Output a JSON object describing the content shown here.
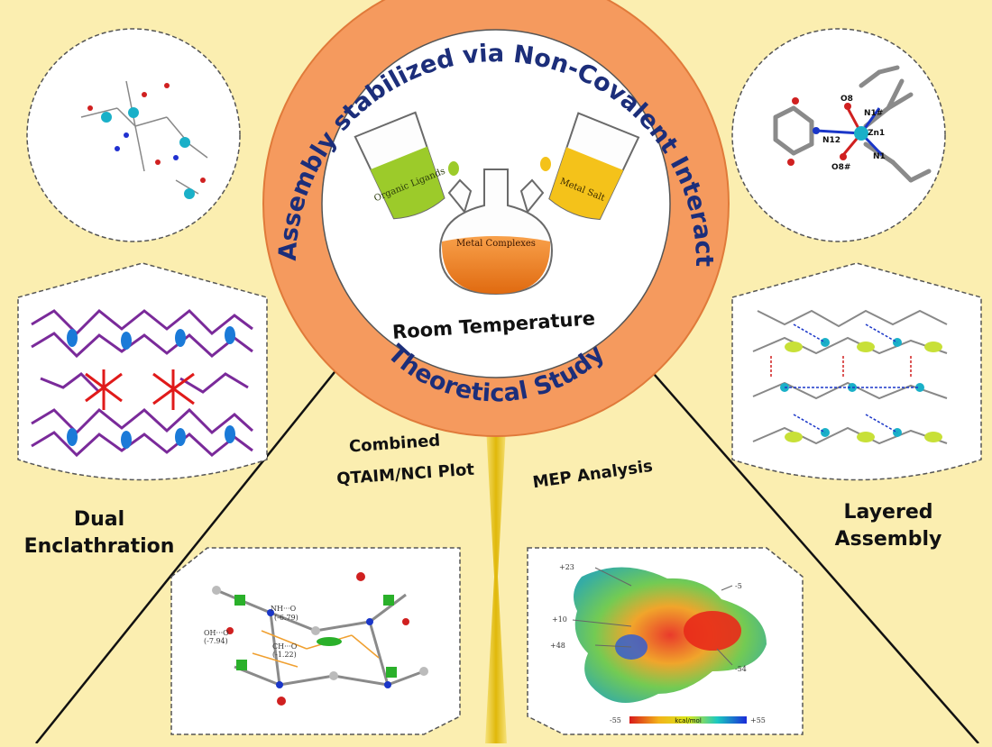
{
  "banner": {
    "top_arc": "Self-Assembly stabilized via Non-Covalent Interactions",
    "bottom_arc": "Theoretical Study"
  },
  "center": {
    "room_temp": "Room Temperature",
    "beaker_left": "Organic Ligands",
    "beaker_right": "Metal Salt",
    "flask": "Metal Complexes"
  },
  "panels": {
    "dual_label_line1": "Dual",
    "dual_label_line2": "Enclathration",
    "layered_label_line1": "Layered",
    "layered_label_line2": "Assembly",
    "qtaim_line1": "Combined",
    "qtaim_line2": "QTAIM/NCI Plot",
    "mep_label": "MEP Analysis"
  },
  "zn_labels": [
    "O8",
    "N1#",
    "Zn1",
    "N12",
    "O8#",
    "N1"
  ],
  "mep": {
    "values": [
      "+23",
      "-5",
      "+10",
      "+48",
      "-54"
    ],
    "scale_min": "-55",
    "scale_max": "+55",
    "scale_unit": "kcal/mol"
  },
  "qtaim_notes": [
    "NH···O",
    "(-6.79)",
    "OH···O",
    "(-7.94)",
    "CH···O",
    "(-1.22)"
  ],
  "colors": {
    "background": "#fbeeb0",
    "orange_ring": "#f59a5e",
    "arc_text": "#1c2e7a",
    "organic_fill": "#9ccb2a",
    "salt_fill": "#f4c21a",
    "complex_fill": "#f07a1c"
  }
}
